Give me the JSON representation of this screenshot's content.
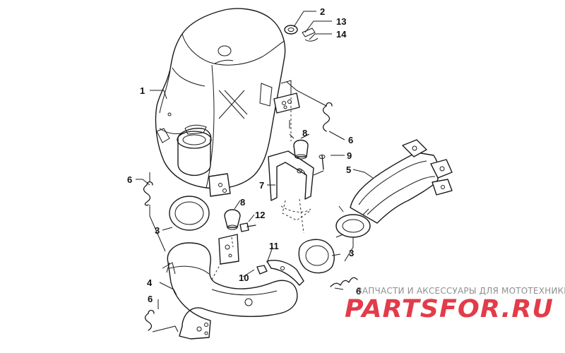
{
  "callouts": [
    {
      "id": "c1",
      "text": "1"
    },
    {
      "id": "c2",
      "text": "2"
    },
    {
      "id": "c13",
      "text": "13"
    },
    {
      "id": "c14",
      "text": "14"
    },
    {
      "id": "c6a",
      "text": "6"
    },
    {
      "id": "c6b",
      "text": "6"
    },
    {
      "id": "c6c",
      "text": "6"
    },
    {
      "id": "c6d",
      "text": "6"
    },
    {
      "id": "c8a",
      "text": "8"
    },
    {
      "id": "c8b",
      "text": "8"
    },
    {
      "id": "c9",
      "text": "9"
    },
    {
      "id": "c5",
      "text": "5"
    },
    {
      "id": "c7",
      "text": "7"
    },
    {
      "id": "c3a",
      "text": "3"
    },
    {
      "id": "c3b",
      "text": "3"
    },
    {
      "id": "c12",
      "text": "12"
    },
    {
      "id": "c11",
      "text": "11"
    },
    {
      "id": "c10",
      "text": "10"
    },
    {
      "id": "c4",
      "text": "4"
    }
  ],
  "watermark": {
    "tagline": "ЗАПЧАСТИ И АКСЕССУАРЫ ДЛЯ МОТОТЕХНИКИ",
    "logo_text": "PARTSFOR.RU",
    "logo_color": "#e33b4a"
  }
}
